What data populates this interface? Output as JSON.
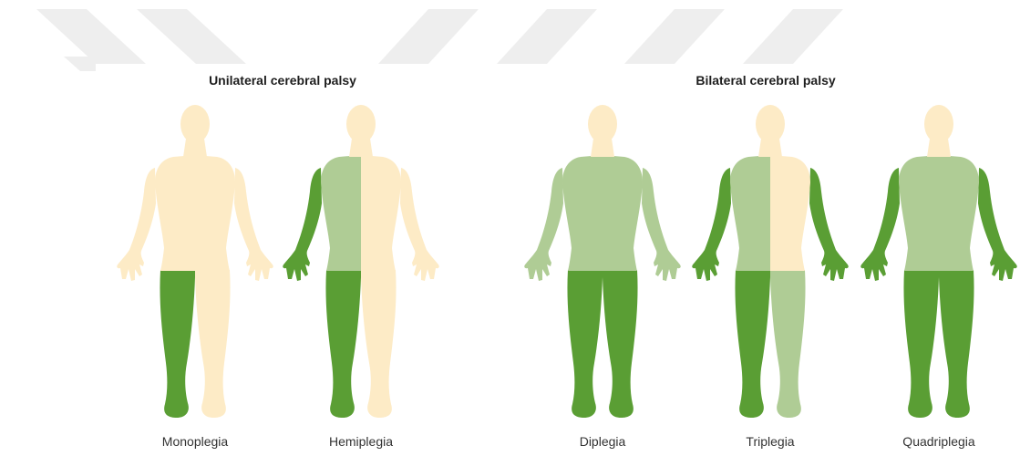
{
  "colors": {
    "base": "#fdebc6",
    "dark": "#5a9e34",
    "light": "#afcc95",
    "watermark": "#eeeeee"
  },
  "groups": [
    {
      "title": "Unilateral cerebral palsy"
    },
    {
      "title": "Bilateral cerebral palsy"
    }
  ],
  "figures": [
    {
      "label": "Monoplegia",
      "regions": {
        "head": "base",
        "neck": "base",
        "torso_left": "base",
        "torso_right": "base",
        "arm_left": "base",
        "arm_right": "base",
        "leg_left": "dark",
        "leg_right": "base"
      }
    },
    {
      "label": "Hemiplegia",
      "regions": {
        "head": "base",
        "neck": "base",
        "torso_left": "light",
        "torso_right": "base",
        "arm_left": "dark",
        "arm_right": "base",
        "leg_left": "dark",
        "leg_right": "base"
      }
    },
    {
      "label": "Diplegia",
      "regions": {
        "head": "base",
        "neck": "base",
        "torso_left": "light",
        "torso_right": "light",
        "arm_left": "light",
        "arm_right": "light",
        "leg_left": "dark",
        "leg_right": "dark"
      }
    },
    {
      "label": "Triplegia",
      "regions": {
        "head": "base",
        "neck": "base",
        "torso_left": "light",
        "torso_right": "base",
        "arm_left": "dark",
        "arm_right": "dark",
        "leg_left": "dark",
        "leg_right": "light"
      }
    },
    {
      "label": "Quadriplegia",
      "regions": {
        "head": "base",
        "neck": "base",
        "torso_left": "light",
        "torso_right": "light",
        "arm_left": "dark",
        "arm_right": "dark",
        "leg_left": "dark",
        "leg_right": "dark"
      }
    }
  ]
}
